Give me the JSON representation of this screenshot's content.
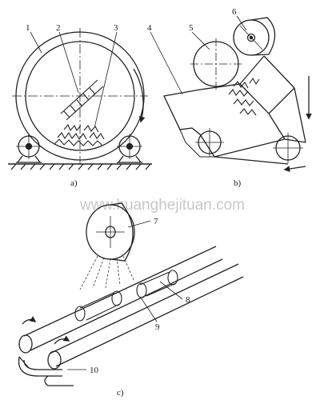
{
  "panels": {
    "a": {
      "caption": "a)",
      "labels": [
        "1",
        "2",
        "3"
      ]
    },
    "b": {
      "caption": "b)",
      "labels": [
        "4",
        "5",
        "6"
      ]
    },
    "c": {
      "caption": "c)",
      "labels": [
        "7",
        "8",
        "9",
        "10"
      ]
    }
  },
  "watermark": "www.huanghejituan.com",
  "icons": {
    "drum": "rotating-drum-icon",
    "roller": "roller-icon",
    "wheel": "grinding-wheel-icon",
    "flow": "rotation-arrow-icon"
  }
}
